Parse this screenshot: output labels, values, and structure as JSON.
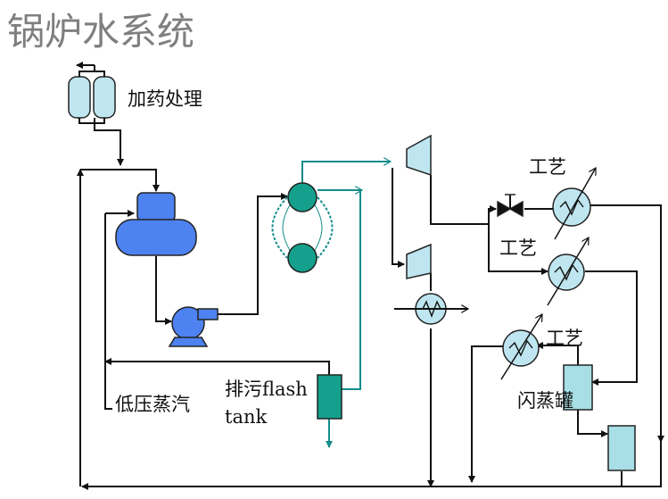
{
  "title": "锅炉水系统",
  "labels": {
    "chemical_treatment": "加药处理",
    "process_top": "工艺",
    "process_mid": "工艺",
    "process_lower": "工艺",
    "low_pressure_steam": "低压蒸汽",
    "blowdown_flash_line1": "排污flash",
    "blowdown_flash_line2": "tank",
    "flash_tank": "闪蒸罐"
  },
  "colors": {
    "line": "#111111",
    "steam_line": "#138c8c",
    "drum": "#14a08c",
    "vessel": "#4d82f0",
    "exchanger": "#bfe6f0",
    "flash_tank": "#a8dfe6",
    "title": "#7f7f7f"
  }
}
